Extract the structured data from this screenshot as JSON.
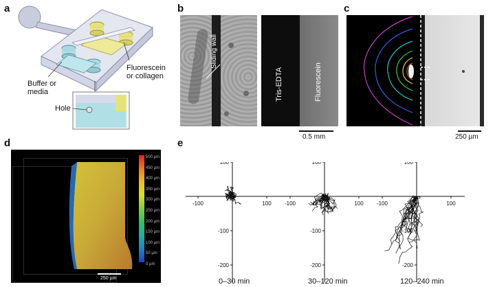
{
  "panels": {
    "a": {
      "label": "a",
      "callouts": {
        "fluorescein": [
          "Fluorescein",
          "or collagen"
        ],
        "buffer": [
          "Buffer or",
          "media"
        ],
        "hole": "Hole"
      }
    },
    "b": {
      "label": "b",
      "left_annotation": "Sliding wall",
      "right_labels": [
        "Tris-EDTA",
        "Fluorescein"
      ],
      "scale": "0.5 mm"
    },
    "c": {
      "label": "c",
      "scale": "250 µm"
    },
    "d": {
      "label": "d",
      "scale": "250 µm",
      "colorbar_ticks": [
        "500 µm",
        "450 µm",
        "400 µm",
        "350 µm",
        "300 µm",
        "250 µm",
        "200 µm",
        "150 µm",
        "100 µm",
        "50 µm",
        "0 µm"
      ]
    },
    "e": {
      "label": "e",
      "plots": [
        {
          "caption": "0–30 min",
          "ticks": {
            "x": [
              "-100",
              "100"
            ],
            "y": [
              "100",
              "-100",
              "-200"
            ]
          }
        },
        {
          "caption": "30–120 min",
          "ticks": {
            "x": [
              "-100",
              "100"
            ],
            "y": [
              "100",
              "-100",
              "-200"
            ]
          }
        },
        {
          "caption": "120–240 min",
          "ticks": {
            "x": [
              "-100",
              "100"
            ],
            "y": [
              "100",
              "-100",
              "-200"
            ]
          }
        }
      ]
    }
  },
  "colors": {
    "fluorescein_green": "#3fcf3f",
    "device_blue": "#a9dbe3",
    "device_yellow": "#e6e27a"
  }
}
